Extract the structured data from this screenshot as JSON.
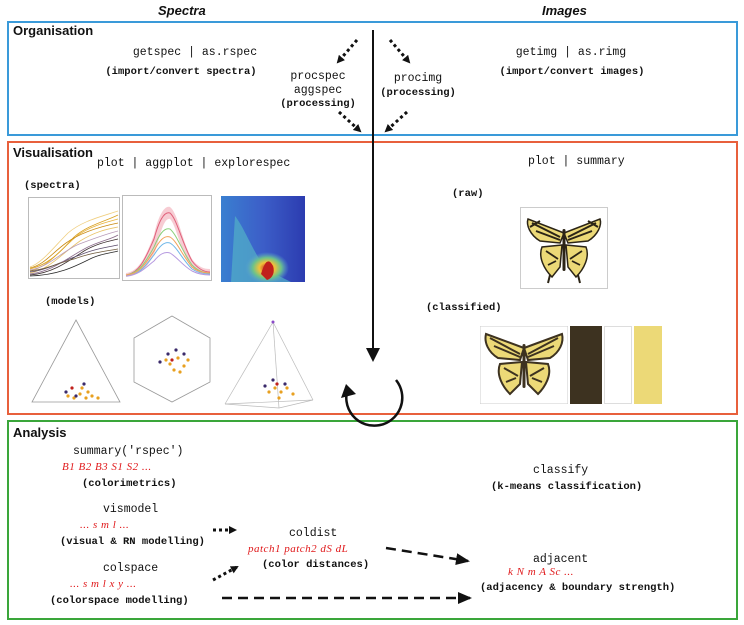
{
  "columns": {
    "left": "Spectra",
    "right": "Images"
  },
  "colors": {
    "organisation": "#3a9ad9",
    "visualisation": "#e8603c",
    "analysis": "#3aa63a",
    "accent_red": "#e0191b",
    "swallowtail_dark": "#3d3220",
    "swallowtail_yellow": "#ecd977"
  },
  "organisation": {
    "title": "Organisation",
    "spectra_import": "getspec | as.rspec",
    "spectra_import_note": "(import/convert spectra)",
    "spectra_processing_1": "procspec",
    "spectra_processing_2": "aggspec",
    "spectra_processing_note": "(processing)",
    "images_processing": "procimg",
    "images_processing_note": "(processing)",
    "images_import": "getimg | as.rimg",
    "images_import_note": "(import/convert images)"
  },
  "visualisation": {
    "title": "Visualisation",
    "spectra_functions": "plot | aggplot | explorespec",
    "spectra_label": "(spectra)",
    "models_label": "(models)",
    "image_functions": "plot | summary",
    "raw_label": "(raw)",
    "classified_label": "(classified)"
  },
  "analysis": {
    "title": "Analysis",
    "summary_fn": "summary('rspec')",
    "summary_vars": "B1  B2  B3  S1  S2  ...",
    "summary_note": "(colorimetrics)",
    "vismodel_fn": "vismodel",
    "vismodel_vars": "...  s  m  l  ...",
    "vismodel_note": "(visual & RN modelling)",
    "colspace_fn": "colspace",
    "colspace_vars": "... s  m  l  x  y ...",
    "colspace_note": "(colorspace modelling)",
    "coldist_fn": "coldist",
    "coldist_vars": "patch1  patch2  dS  dL",
    "coldist_note": "(color distances)",
    "classify_fn": "classify",
    "classify_note": "(k-means classification)",
    "adjacent_fn": "adjacent",
    "adjacent_vars": "k  N  m  A  Sc  ...",
    "adjacent_note": "(adjacency & boundary strength)"
  }
}
